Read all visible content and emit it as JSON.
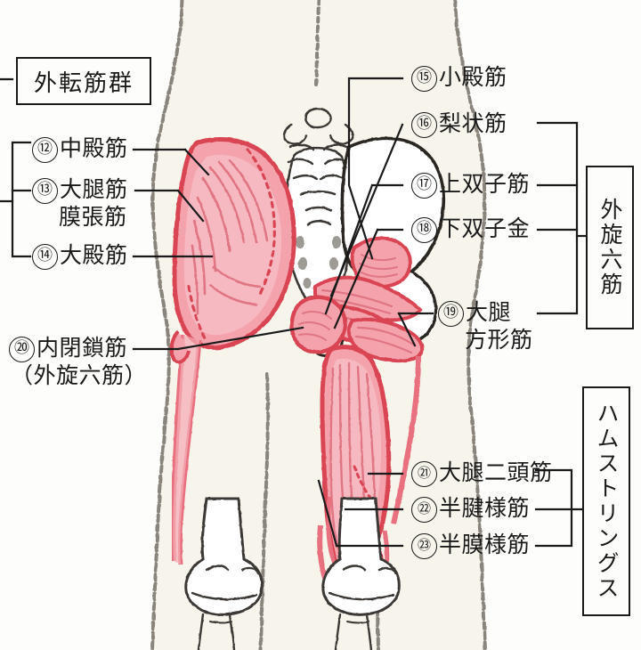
{
  "figure": {
    "title_group_left": "外転筋群",
    "group_right_top": "外旋六筋",
    "group_right_bottom": "ハムストリングス",
    "background_color": "#fdfdfb",
    "skin_color": "#f7f4ec",
    "muscle_fill": "#f4a3ad",
    "muscle_outline": "#d94452",
    "outline_color": "#8a857c",
    "bone_color": "#ffffff",
    "line_color": "#1a1a1a"
  },
  "labels": {
    "left": [
      {
        "id": "12",
        "num": "⑫",
        "text": "中殿筋",
        "line2": ""
      },
      {
        "id": "13",
        "num": "⑬",
        "text": "大腿筋",
        "line2": "膜張筋"
      },
      {
        "id": "14",
        "num": "⑭",
        "text": "大殿筋",
        "line2": ""
      },
      {
        "id": "20",
        "num": "⑳",
        "text": "内閉鎖筋",
        "line2": "（外旋六筋）"
      }
    ],
    "right": [
      {
        "id": "15",
        "num": "⑮",
        "text": "小殿筋",
        "line2": ""
      },
      {
        "id": "16",
        "num": "⑯",
        "text": "梨状筋",
        "line2": ""
      },
      {
        "id": "17",
        "num": "⑰",
        "text": "上双子筋",
        "line2": ""
      },
      {
        "id": "18",
        "num": "⑱",
        "text": "下双子金",
        "line2": ""
      },
      {
        "id": "19",
        "num": "⑲",
        "text": "大腿",
        "line2": "方形筋"
      },
      {
        "id": "21",
        "num": "㉑",
        "text": "大腿二頭筋",
        "line2": ""
      },
      {
        "id": "22",
        "num": "㉒",
        "text": "半腱様筋",
        "line2": ""
      },
      {
        "id": "23",
        "num": "㉓",
        "text": "半膜様筋",
        "line2": ""
      }
    ]
  }
}
